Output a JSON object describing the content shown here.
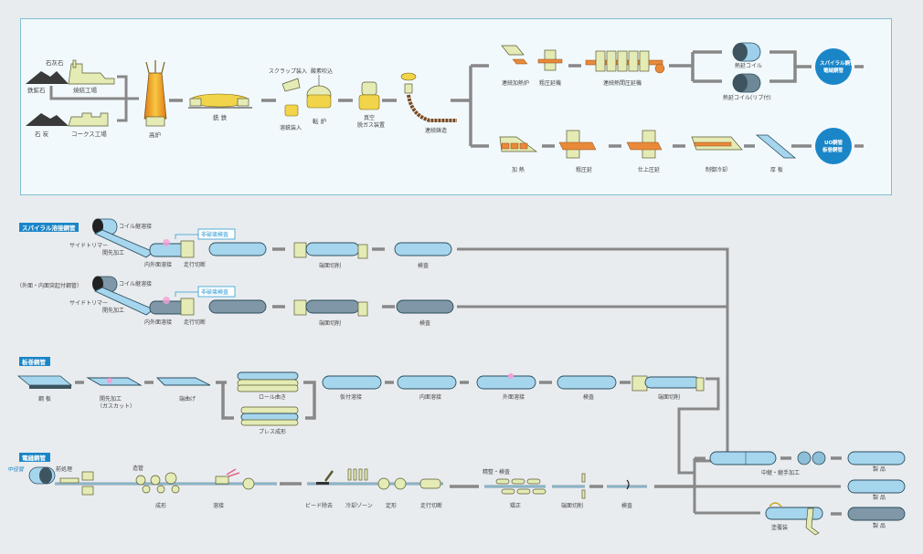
{
  "title": "鋼管製造工程",
  "colors": {
    "accent_blue": "#1a86c8",
    "pipe_blue": "#a6d6ee",
    "machine_green": "#e4ebb5",
    "line_gray": "#888888",
    "orange_slab": "#e98a3a",
    "panel_bg": "#f2f9fc"
  },
  "steelmaking": {
    "materials": {
      "limestone": "石灰石",
      "iron_ore": "鉄鉱石",
      "sinter_plant": "焼結工場",
      "coal": "石 炭",
      "coke_plant": "コークス工場"
    },
    "blast_furnace": "高炉",
    "pig_iron": "銑 鉄",
    "scrap_charge": "スクラップ装入",
    "hot_metal_charge": "溶銑装入",
    "oxygen_blow": "酸素吹込",
    "converter": "転 炉",
    "vacuum_degas": [
      "真空",
      "脱ガス装置"
    ],
    "continuous_casting": "連続鋳造",
    "upper_route": {
      "reheat_furnace": "連続加熱炉",
      "rougher": "粗圧延機",
      "hot_strip_mill": "連続熱間圧延機",
      "hot_coil": "熱延コイル",
      "hot_coil_rib": "熱延コイル(リブ付)",
      "product_circle": [
        "スパイラル鋼管",
        "電縫鋼管"
      ]
    },
    "lower_route": {
      "heating": "加 熱",
      "rough_rolling": "粗圧延",
      "finish_rolling": "仕上圧延",
      "controlled_cooling": "制御冷却",
      "plate": "厚 板",
      "product_circle": [
        "UO鋼管",
        "板巻鋼管"
      ]
    }
  },
  "spiral": {
    "section_label": "スパイラル溶接鋼管",
    "rows": [
      {
        "row_label": "",
        "coil_welding": "コイル継溶接",
        "side_trimmer": "サイドトリマー",
        "edge_prep": "開先加工",
        "in_out_welding": "内外面溶接",
        "flying_cut": "走行切断",
        "nde": "非破壊検査",
        "end_facing": "端面切削",
        "inspection": "検査"
      },
      {
        "row_label": "（外面・内面突起付鋼管）",
        "coil_welding": "コイル継溶接",
        "side_trimmer": "サイドトリマー",
        "edge_prep": "開先加工",
        "in_out_welding": "内外面溶接",
        "flying_cut": "走行切断",
        "nde": "非破壊検査",
        "end_facing": "端面切削",
        "inspection": "検査"
      }
    ]
  },
  "plate_bending": {
    "section_label": "板巻鋼管",
    "steps": {
      "plate": "鋼 板",
      "edge_prep": [
        "開先加工",
        "（ガスカット）"
      ],
      "edge_bend": "端曲げ",
      "roll_bending": "ロール曲き",
      "press_forming": "プレス成形",
      "tack_weld": "仮付溶接",
      "inner_weld": "内面溶接",
      "outer_weld": "外面溶接",
      "inspection": "検査",
      "end_facing": "端面切削"
    }
  },
  "erw": {
    "section_label": "電縫鋼管",
    "pipe_size": "中径管",
    "pretreatment": "前処理",
    "pipe_making": "造管",
    "forming": "成形",
    "welding": "溶接",
    "bead_removal": "ビード除去",
    "cooling_zone": "冷却ゾーン",
    "sizing": "定形",
    "flying_cut": "走行切断",
    "finishing_group": "精整・検査",
    "straightening": "矯正",
    "end_facing": "端面切削",
    "inspection": "検査"
  },
  "outputs": {
    "jointing": "中継・継手加工",
    "coating": "塗覆装",
    "product_1": "製 品",
    "product_2": "製 品",
    "product_3": "製 品"
  }
}
